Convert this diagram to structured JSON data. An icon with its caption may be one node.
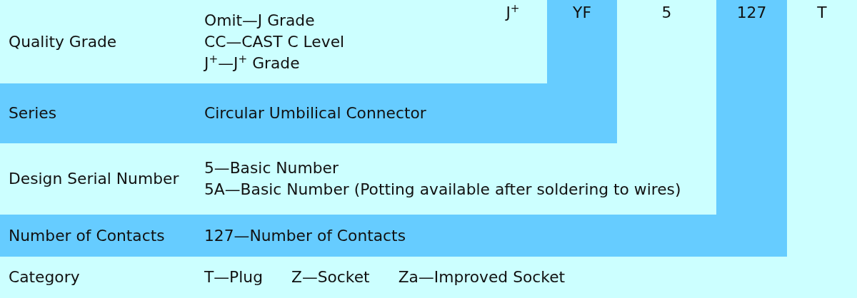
{
  "diagram": {
    "nodes": [
      {
        "text": [
          "Quality Grade",
          "Omit—J Grade",
          "CC—CAST C Level",
          "J$^{+}$—J$^{+}$ Grade",
          "J$^{+}$"
        ]
      },
      {
        "text": [
          "Series",
          "Circular Umbilical Connector"
        ]
      },
      {
        "text": [
          "Design Serial Number",
          "5—Basic Number",
          "5A—Basic Number (Potting available after soldering to wires)"
        ]
      },
      {
        "text": [
          "Number of Contacts",
          "127—Number of Contacts"
        ]
      },
      {
        "text": [
          "Category",
          "T—Plug",
          "Z—Socket",
          "Za—Improved Socket"
        ]
      }
    ],
    "labels": [
      "YF",
      "5",
      "127",
      "T"
    ]
  }
}
